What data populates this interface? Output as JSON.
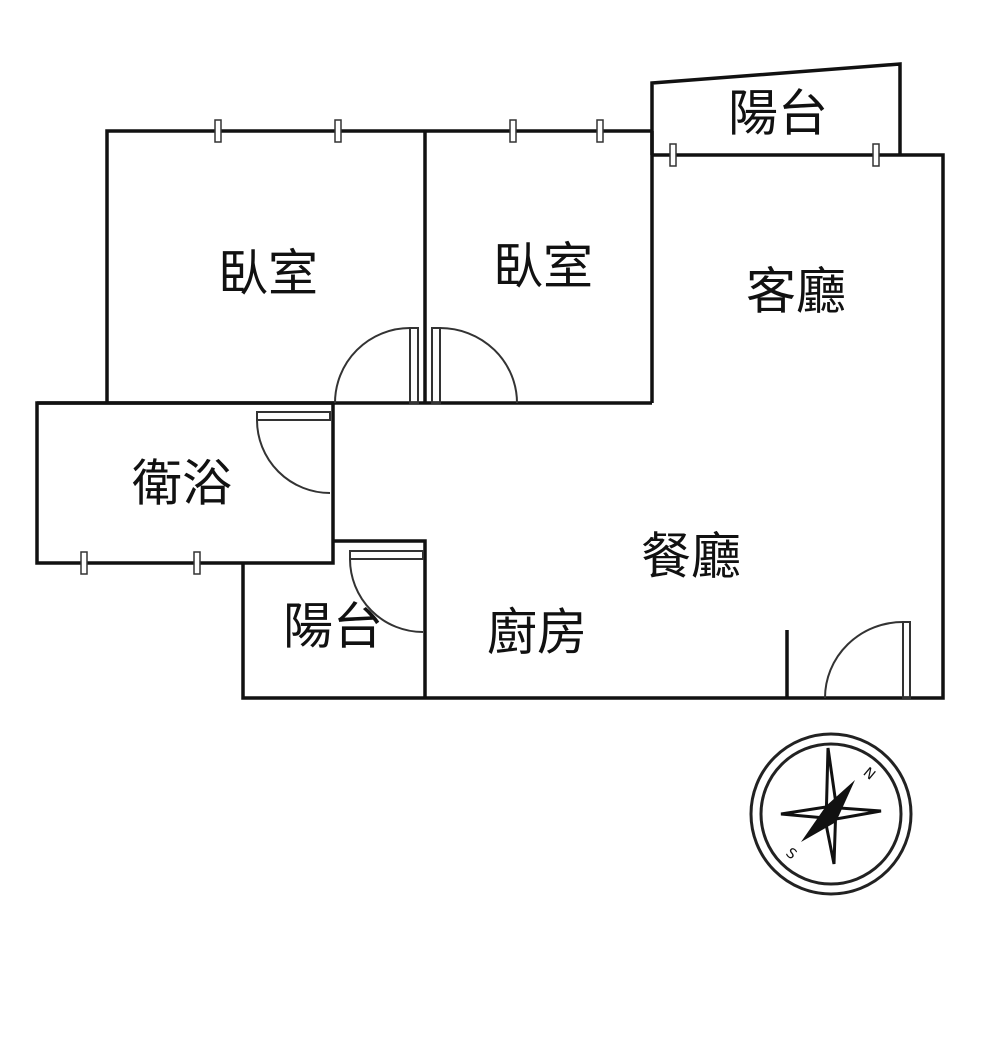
{
  "rooms": {
    "bedroom_1": "臥室",
    "bedroom_2": "臥室",
    "living_room": "客廳",
    "balcony_top": "陽台",
    "bathroom": "衛浴",
    "dining_room": "餐廳",
    "kitchen": "廚房",
    "balcony_bottom": "陽台"
  },
  "compass": {
    "north": "N",
    "south": "S"
  }
}
